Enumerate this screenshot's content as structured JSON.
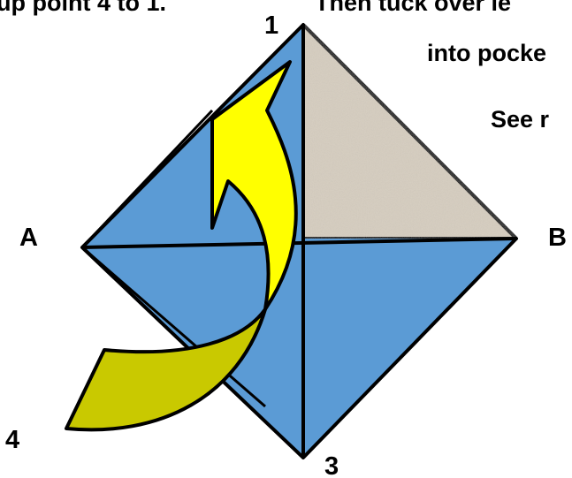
{
  "instructions": {
    "line1_left": "up point 4 to 1.",
    "line1_right": "Then tuck over le",
    "line2": "into pocke",
    "line3": "See r"
  },
  "points": {
    "top": "1",
    "left": "A",
    "right": "B",
    "bottom": "3",
    "corner": "4"
  },
  "colors": {
    "paper_blue": "#5b9bd5",
    "paper_back": "#d6cdbf",
    "arrow_fill": "#ffff00",
    "arrow_tail_fill": "#c9c900",
    "outline": "#000000"
  }
}
